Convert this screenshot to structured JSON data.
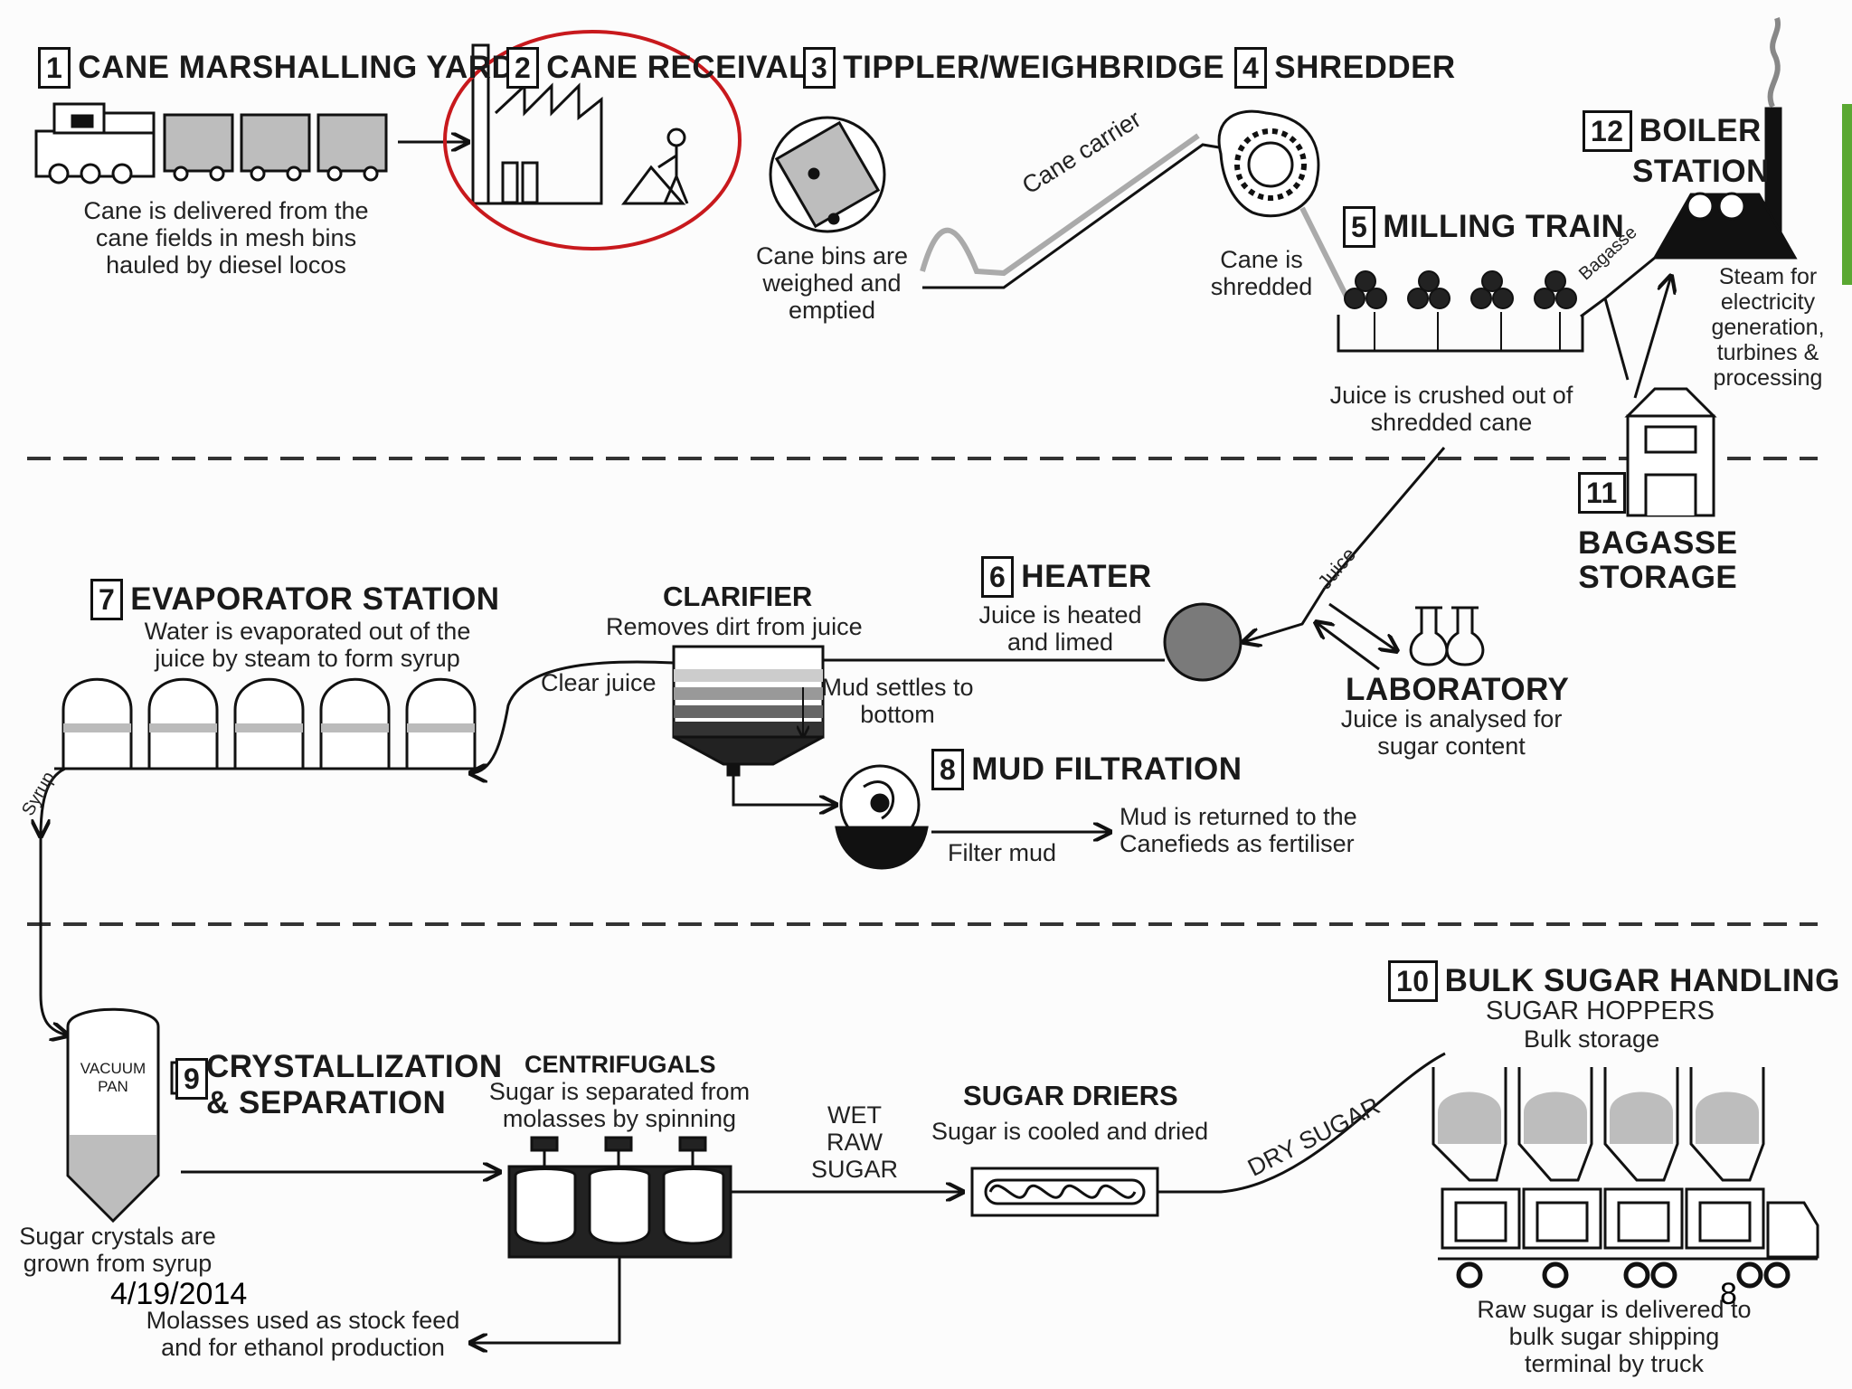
{
  "steps": {
    "s1": {
      "num": "1",
      "title": "CANE MARSHALLING YARD",
      "desc": [
        "Cane is delivered from the",
        "cane fields in mesh bins",
        "hauled by diesel locos"
      ]
    },
    "s2": {
      "num": "2",
      "title": "CANE RECEIVAL"
    },
    "s3": {
      "num": "3",
      "title": "TIPPLER/WEIGHBRIDGE",
      "desc": [
        "Cane bins are",
        "weighed and",
        "emptied"
      ]
    },
    "s4": {
      "num": "4",
      "title": "SHREDDER",
      "desc": [
        "Cane is",
        "shredded"
      ]
    },
    "s5": {
      "num": "5",
      "title": "MILLING TRAIN",
      "desc": [
        "Juice is crushed out of",
        "shredded cane"
      ]
    },
    "s6": {
      "num": "6",
      "title": "HEATER",
      "desc": [
        "Juice is heated",
        "and limed"
      ]
    },
    "s7": {
      "num": "7",
      "title": "EVAPORATOR STATION",
      "desc": [
        "Water is evaporated out of the",
        "juice by steam to form syrup"
      ]
    },
    "s8": {
      "num": "8",
      "title": "MUD FILTRATION"
    },
    "s9": {
      "num": "9",
      "title": [
        "CRYSTALLIZATION",
        "& SEPARATION"
      ],
      "desc": [
        "Sugar crystals are",
        "grown from syrup"
      ]
    },
    "s10": {
      "num": "10",
      "title": "BULK SUGAR HANDLING",
      "sub1": "SUGAR HOPPERS",
      "sub2": "Bulk storage",
      "desc": [
        "Raw sugar is delivered to",
        "bulk sugar shipping",
        "terminal by truck"
      ]
    },
    "s11": {
      "num": "11",
      "title": [
        "BAGASSE",
        "STORAGE"
      ]
    },
    "s12": {
      "num": "12",
      "title": [
        "BOILER",
        "STATION"
      ],
      "desc": [
        "Steam for",
        "electricity",
        "generation,",
        "turbines &",
        "processing"
      ]
    }
  },
  "clarifier": {
    "title": "CLARIFIER",
    "desc": "Removes dirt from juice",
    "clear": "Clear juice",
    "mud": [
      "Mud settles to",
      "bottom"
    ]
  },
  "laboratory": {
    "title": "LABORATORY",
    "desc": [
      "Juice is analysed for",
      "sugar content"
    ]
  },
  "centrifugals": {
    "title": "CENTRIFUGALS",
    "desc": [
      "Sugar is separated from",
      "molasses by spinning"
    ]
  },
  "driers": {
    "title": "SUGAR DRIERS",
    "desc": "Sugar is cooled and dried"
  },
  "labels": {
    "cane_carrier": "Cane carrier",
    "bagasse": "Bagasse",
    "juice": "Juice",
    "syrup": "Syrup",
    "filter_mud": "Filter mud",
    "mud_return": [
      "Mud is returned to the",
      "Canefieds as fertiliser"
    ],
    "wet_raw_sugar": [
      "WET",
      "RAW",
      "SUGAR"
    ],
    "dry_sugar": "DRY SUGAR",
    "molasses": [
      "Molasses used as stock feed",
      "and for ethanol production"
    ],
    "vacuum_pan": [
      "VACUUM",
      "PAN"
    ]
  },
  "footer": {
    "date": "4/19/2014",
    "page": "8"
  },
  "colors": {
    "highlight": "#c8191d",
    "accent": "#5aa832"
  }
}
